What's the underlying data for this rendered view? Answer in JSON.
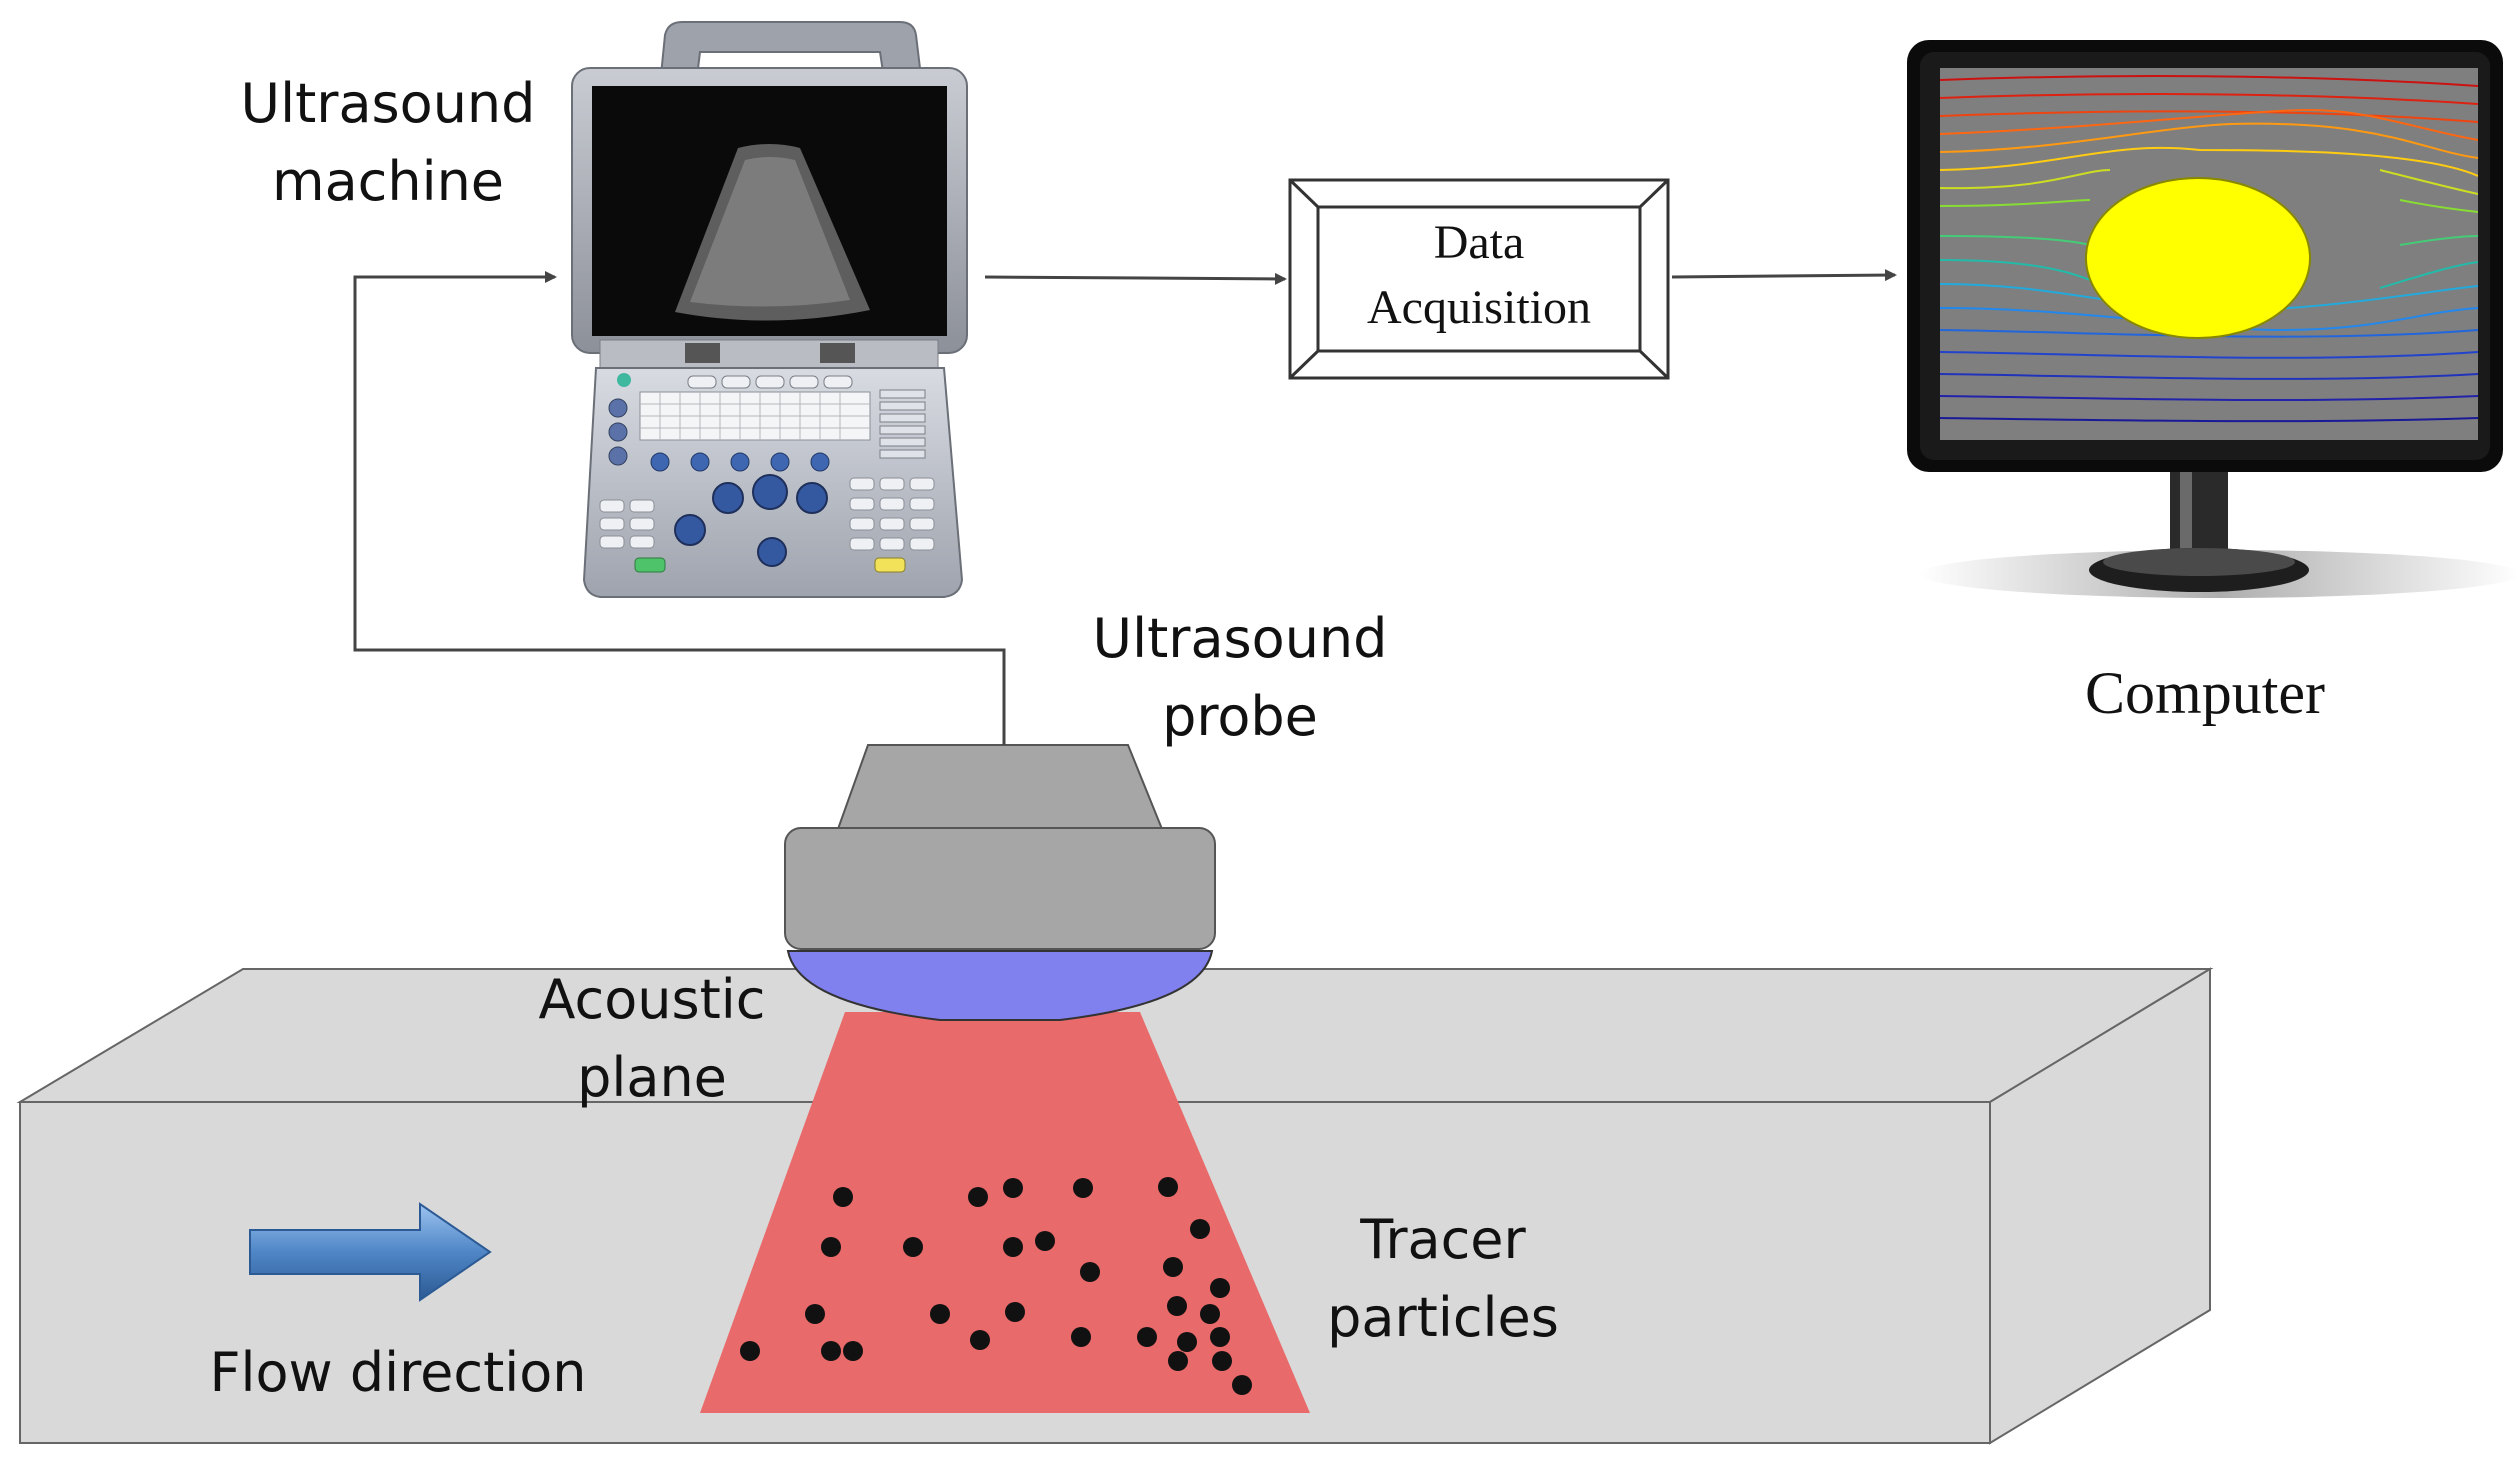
{
  "labels": {
    "ultrasound_machine": [
      "Ultrasound",
      "machine"
    ],
    "data_acquisition": [
      "Data",
      "Acquisition"
    ],
    "computer": "Computer",
    "ultrasound_probe": [
      "Ultrasound",
      "probe"
    ],
    "acoustic_plane": [
      "Acoustic",
      "plane"
    ],
    "tracer_particles": [
      "Tracer",
      "particles"
    ],
    "flow_direction": "Flow direction"
  },
  "colors": {
    "channel_face": "#d9d9d9",
    "channel_edge": "#666666",
    "acoustic_plane": "#e96a6a",
    "probe_body": "#a6a6a6",
    "probe_lens": "#8080ee",
    "particle": "#111111",
    "monitor_screen": "#7f7f7f",
    "obstacle": "#ffff00",
    "arrow": "#444444",
    "flow_arrow": "#4f86c6"
  },
  "icons": [
    "ultrasound-machine-icon",
    "computer-monitor-icon",
    "flow-direction-arrow-icon"
  ]
}
